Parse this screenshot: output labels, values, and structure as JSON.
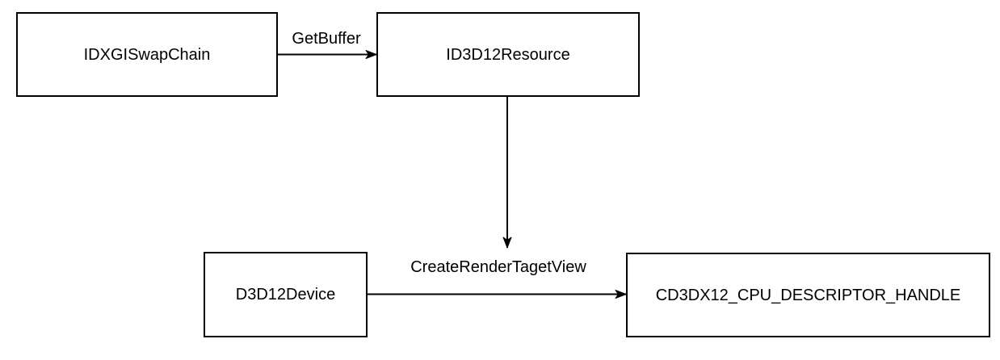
{
  "diagram": {
    "kind": "flow-diagram",
    "colors": {
      "background": "#ffffff",
      "stroke": "#000000",
      "text": "#000000"
    },
    "nodes": [
      {
        "id": "idxgi-swapchain",
        "label": "IDXGISwapChain"
      },
      {
        "id": "id3d12-resource",
        "label": "ID3D12Resource"
      },
      {
        "id": "d3d12-device",
        "label": "D3D12Device"
      },
      {
        "id": "cd3dx12-cpu-descriptor-handle",
        "label": "CD3DX12_CPU_DESCRIPTOR_HANDLE"
      }
    ],
    "edges": [
      {
        "from": "idxgi-swapchain",
        "to": "id3d12-resource",
        "label": "GetBuffer",
        "direction": "right"
      },
      {
        "from": "id3d12-resource",
        "to": "area-above-createrendertagetview-label",
        "label": "",
        "direction": "down"
      },
      {
        "from": "d3d12-device",
        "to": "cd3dx12-cpu-descriptor-handle",
        "label": "CreateRenderTagetView",
        "direction": "right"
      }
    ]
  }
}
